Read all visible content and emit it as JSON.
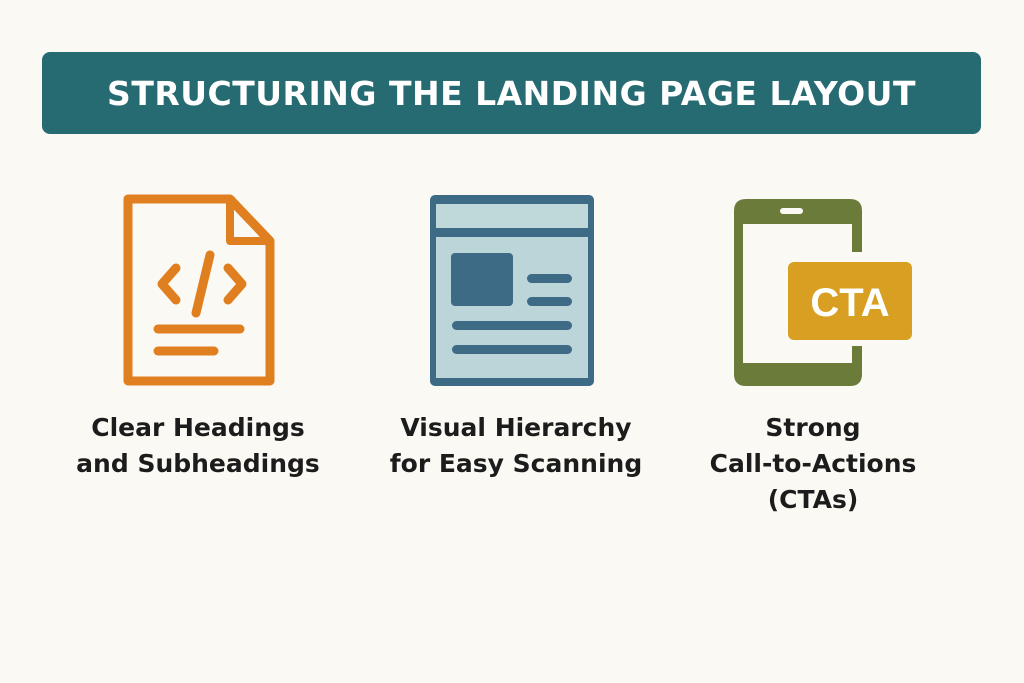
{
  "title": "STRUCTURING THE LANDING PAGE LAYOUT",
  "colors": {
    "banner": "#276b72",
    "doc": "#e07f1f",
    "browser": "#3d6a84",
    "phone": "#6a7b3a",
    "cta": "#d89f22"
  },
  "items": [
    {
      "icon": "code-document-icon",
      "line1": "Clear Headings",
      "line2": "and Subheadings"
    },
    {
      "icon": "browser-layout-icon",
      "line1": "Visual Hierarchy",
      "line2": "for Easy Scanning"
    },
    {
      "icon": "phone-cta-icon",
      "line1": "Strong",
      "line2": "Call-to-Actions",
      "line3": "(CTAs)",
      "badge": "CTA"
    }
  ]
}
